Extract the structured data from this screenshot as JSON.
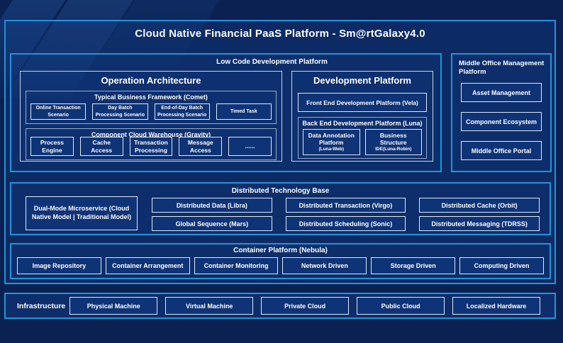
{
  "page_title": "Cloud Native Financial PaaS Platform - Sm@rtGalaxy4.0",
  "colors": {
    "background": "#0a2152",
    "panel": "#0c2a63",
    "section_fill": "#0d2e6b",
    "inner_fill": "#0d3070",
    "leaf_fill": "#0e3376",
    "accent_border": "#1e96dc",
    "light_border": "#dde9f7",
    "mid_border": "#93abcd",
    "text": "#ffffff"
  },
  "low_code_platform": {
    "label": "Low Code Development Platform",
    "operation_architecture": {
      "title": "Operation Architecture",
      "typical_business_framework": {
        "title": "Typical Business Framework (Comet)",
        "items": [
          "Online Transaction Scenario",
          "Day Batch Processing Scenario",
          "End-of-Day Batch Processing Scenario",
          "Timed Task"
        ]
      },
      "component_cloud_warehouse": {
        "title": "Component Cloud Warehouse (Gravity)",
        "items": [
          "Process Engine",
          "Cache Access",
          "Transaction Processing",
          "Message Access",
          "......"
        ]
      }
    },
    "development_platform": {
      "title": "Development Platform",
      "front_end": "Front End Development Platform (Vela)",
      "back_end": {
        "title": "Back End Development Platform (Luna)",
        "items": [
          {
            "name": "Data Annotation Platform",
            "sub": "(Luna-Web)"
          },
          {
            "name": "Business Structure",
            "sub": "IDE(Luna-Robin)"
          }
        ]
      }
    }
  },
  "middle_office": {
    "label": "Middle Office Management Platform",
    "items": [
      "Asset Management",
      "Component Ecosystem",
      "Middle Office Portal"
    ]
  },
  "distributed_base": {
    "label": "Distributed Technology Base",
    "dual_mode": "Dual-Mode Microservice (Cloud Native Model | Traditional Model)",
    "items": [
      "Distributed Data (Libra)",
      "Distributed Transaction (Virgo)",
      "Distributed Cache (Orbit)",
      "Global Sequence (Mars)",
      "Distributed Scheduling (Sonic)",
      "Distributed Messaging (TDRSS)"
    ]
  },
  "container_platform": {
    "label": "Container Platform (Nebula)",
    "items": [
      "Image Repository",
      "Container Arrangement",
      "Container Monitoring",
      "Network Driven",
      "Storage Driven",
      "Computing Driven"
    ]
  },
  "infrastructure": {
    "label": "Infrastructure",
    "items": [
      "Physical Machine",
      "Virtual Machine",
      "Private Cloud",
      "Public Cloud",
      "Localized Hardware"
    ]
  }
}
